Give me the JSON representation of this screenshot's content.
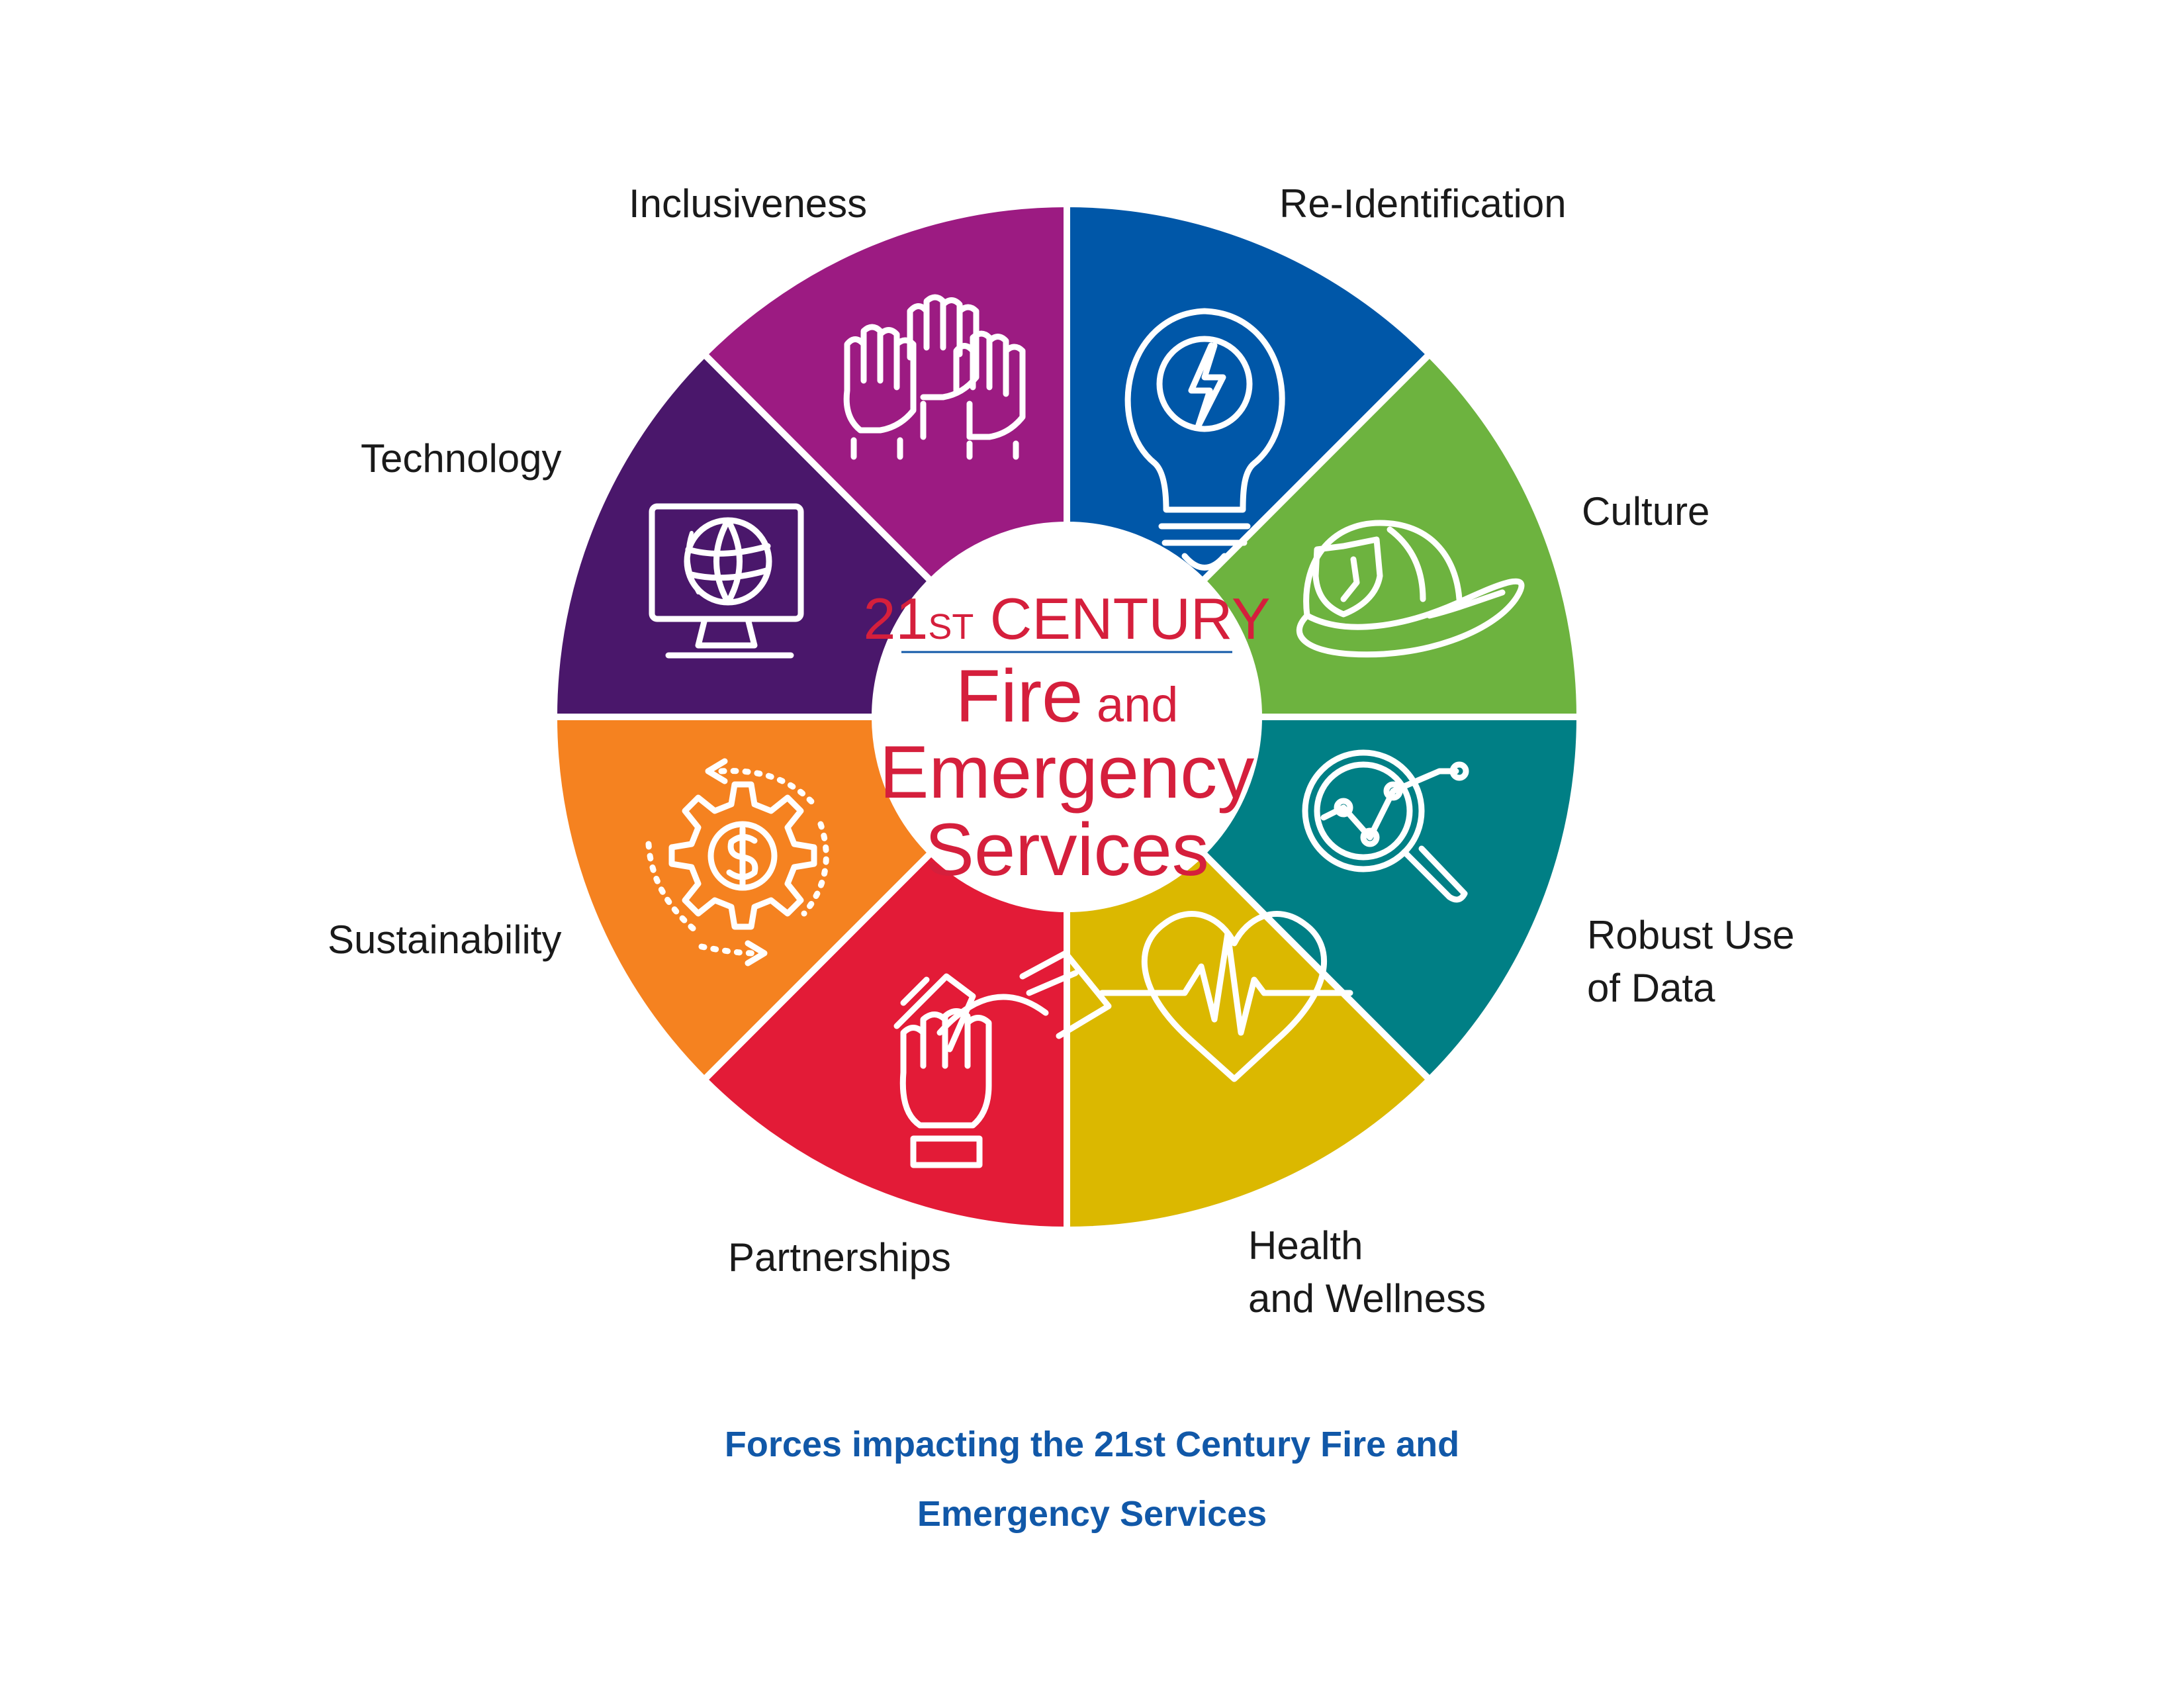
{
  "segments": [
    {
      "id": "re-identification",
      "label_lines": [
        "Re-Identification"
      ],
      "color": "#0057a8",
      "icon": "lightbulb-icon"
    },
    {
      "id": "culture",
      "label_lines": [
        "Culture"
      ],
      "color": "#6db33f",
      "icon": "fire-helmet-icon"
    },
    {
      "id": "robust-use-of-data",
      "label_lines": [
        "Robust Use",
        "of Data"
      ],
      "color": "#007f85",
      "icon": "magnifier-chart-icon"
    },
    {
      "id": "health-and-wellness",
      "label_lines": [
        "Health",
        "and Wellness"
      ],
      "color": "#dbb800",
      "icon": "heartbeat-icon"
    },
    {
      "id": "partnerships",
      "label_lines": [
        "Partnerships"
      ],
      "color": "#e31b37",
      "icon": "joined-hands-icon"
    },
    {
      "id": "sustainability",
      "label_lines": [
        "Sustainability"
      ],
      "color": "#f58220",
      "icon": "gear-dollar-icon"
    },
    {
      "id": "technology",
      "label_lines": [
        "Technology"
      ],
      "color": "#4a176b",
      "icon": "monitor-globe-icon"
    },
    {
      "id": "inclusiveness",
      "label_lines": [
        "Inclusiveness"
      ],
      "color": "#9c1b82",
      "icon": "raised-hands-icon"
    }
  ],
  "center": {
    "line1_big": "21",
    "line1_small": "ST",
    "line1_rest": " CENTURY",
    "line2_big": "Fire",
    "line2_small": " and",
    "line3": "Emergency",
    "line4": "Services",
    "text_color": "#d51f3c",
    "rule_color": "#1158a8"
  },
  "caption": {
    "line1": "Forces impacting the 21st Century Fire and",
    "line2": "Emergency Services"
  }
}
